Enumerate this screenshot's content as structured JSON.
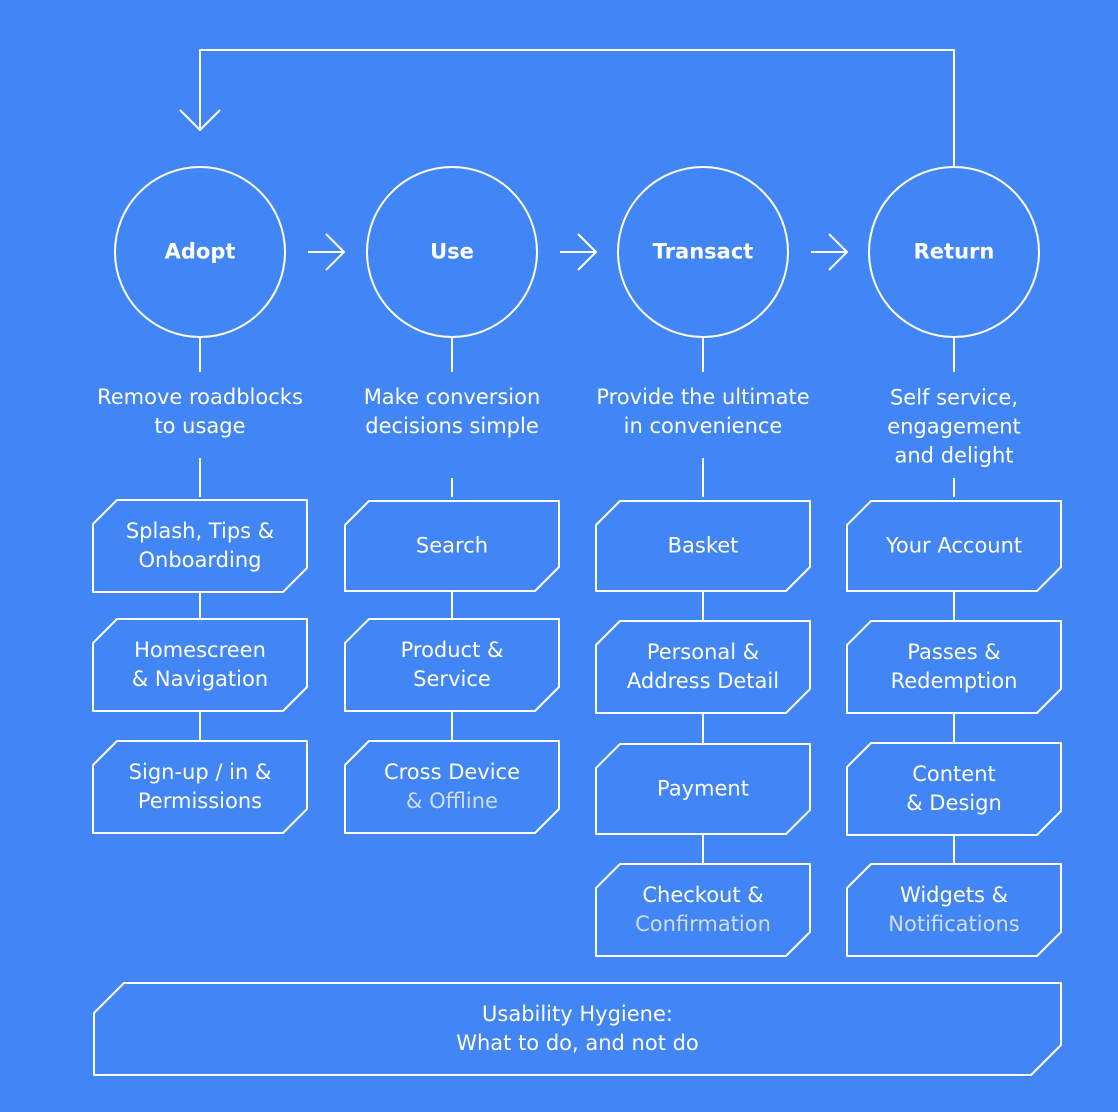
{
  "colors": {
    "background": "#4285f4",
    "stroke": "#ffffff",
    "muted_text": "#d0ddfb"
  },
  "stages": [
    {
      "name": "Adopt",
      "description": [
        "Remove roadblocks",
        "to usage"
      ],
      "steps": [
        {
          "lines": [
            "Splash, Tips &",
            "Onboarding"
          ]
        },
        {
          "lines": [
            "Homescreen",
            "& Navigation"
          ]
        },
        {
          "lines": [
            "Sign-up / in &",
            "Permissions"
          ]
        }
      ]
    },
    {
      "name": "Use",
      "description": [
        "Make conversion",
        "decisions simple"
      ],
      "steps": [
        {
          "lines": [
            "Search"
          ]
        },
        {
          "lines": [
            "Product &",
            "Service"
          ]
        },
        {
          "lines": [
            "Cross Device",
            "& Offline"
          ],
          "muted_line": 1
        }
      ]
    },
    {
      "name": "Transact",
      "description": [
        "Provide the ultimate",
        "in convenience"
      ],
      "steps": [
        {
          "lines": [
            "Basket"
          ]
        },
        {
          "lines": [
            "Personal &",
            "Address Detail"
          ]
        },
        {
          "lines": [
            "Payment"
          ]
        },
        {
          "lines": [
            "Checkout &",
            "Confirmation"
          ],
          "muted_line": 1
        }
      ]
    },
    {
      "name": "Return",
      "description": [
        "Self service,",
        "engagement",
        "and delight"
      ],
      "steps": [
        {
          "lines": [
            "Your Account"
          ]
        },
        {
          "lines": [
            "Passes &",
            "Redemption"
          ]
        },
        {
          "lines": [
            "Content",
            "& Design"
          ]
        },
        {
          "lines": [
            "Widgets &",
            "Notifications"
          ],
          "muted_line": 1
        }
      ]
    }
  ],
  "footer": {
    "lines": [
      "Usability Hygiene:",
      "What to do, and not do"
    ]
  }
}
